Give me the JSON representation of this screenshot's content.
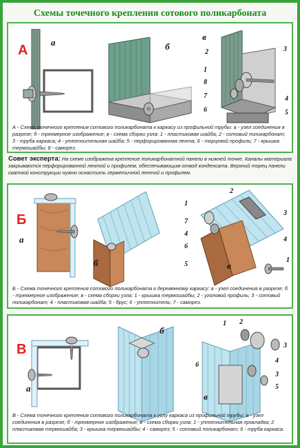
{
  "title": "Схемы точечного крепления сотового поликарбоната",
  "sections": {
    "a": {
      "big_letter": "А",
      "sub_labels": {
        "a": "а",
        "b": "б",
        "v": "в"
      },
      "numbers": [
        "1",
        "2",
        "3",
        "4",
        "5",
        "6",
        "7",
        "8"
      ],
      "caption": "А - Схема точечного крепления сотового поликарбоната к каркасу из профильной трубы: а - узел соединения в разрезе; б - трехмерное изображение; в - схема сборки узла: 1 - пластиковая шайба; 2 - сотовый поликарбонат; 3 - труба каркаса; 4 - уплотнительная шайба; 5 - перфорированная лента; 6 - торцевой профиль; 7 - крышка термошайбы; 8 - саморез."
    },
    "tip": {
      "heading": "Совет эксперта:",
      "text": "На схеме изображена крепление поликарбонатной панели в нижней точке. Каналы материала закрываются перфорированной лентой и профилем, обеспечивающим отвод конденсата. Верхний торец панели скатной конструкции нужно оснастить герметичной лентой и профилем."
    },
    "b": {
      "big_letter": "Б",
      "sub_labels": {
        "a": "а",
        "b": "б",
        "v": "в"
      },
      "numbers": [
        "1",
        "2",
        "3",
        "4",
        "5",
        "6",
        "7"
      ],
      "caption": "Б - Схема точечного крепления сотового поликарбоната к деревянному каркасу: а - узел соединения в разрезе; б - трехмерное изображение; в - схема сборки узла: 1 - крышка термошайбы; 2 - уголовой профиль; 3 - сотовый поликарбонат; 4 - пластиковая шайба; 5 - брус; 6 - уплотнитель; 7 - саморез."
    },
    "v": {
      "big_letter": "В",
      "sub_labels": {
        "a": "а",
        "b": "б",
        "v": "в"
      },
      "numbers": [
        "1",
        "2",
        "3",
        "4",
        "5",
        "6"
      ],
      "caption": "В - Схема точечного крепления сотового поликарбоната к углу каркаса из профильной трубы: а - узел соединения в разрезе; б - трехмерное изображение; в - схема сборки узла: 1 - уплотнительная прокладка; 2 пластиковая термошайба; 3 - крышка термошайбы; 4 - саморез; 5 - сотовый поликарбонат; 6 - труба каркаса."
    }
  }
}
